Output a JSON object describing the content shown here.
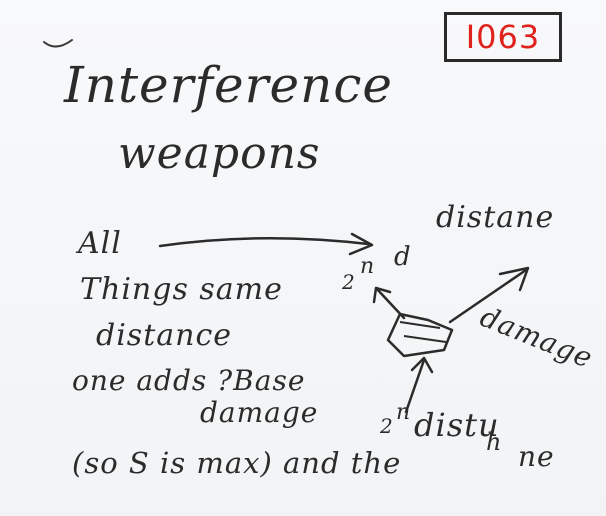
{
  "note_id": "I063",
  "title_line1": "Interference",
  "title_line2": "weapons",
  "left_notes": {
    "all": "All",
    "things_same": "Things same",
    "distance": "distance",
    "one_adds": "one adds ?Base",
    "damage": "damage",
    "bottom": "(so S is max) and the"
  },
  "diagram": {
    "top_label_super": "2",
    "top_label_n": "n",
    "top_label_d": "d",
    "top_label_distance": "distane",
    "right_label": "damage",
    "bottom_label_super": "2",
    "bottom_label_n": "n",
    "bottom_label_main": "distu",
    "bottom_label_tail": "ne",
    "bottom_label_h": "h"
  },
  "colors": {
    "ink": "#2b2b2b",
    "badge_text": "#e0221c",
    "paper": "#f6f7f8"
  }
}
